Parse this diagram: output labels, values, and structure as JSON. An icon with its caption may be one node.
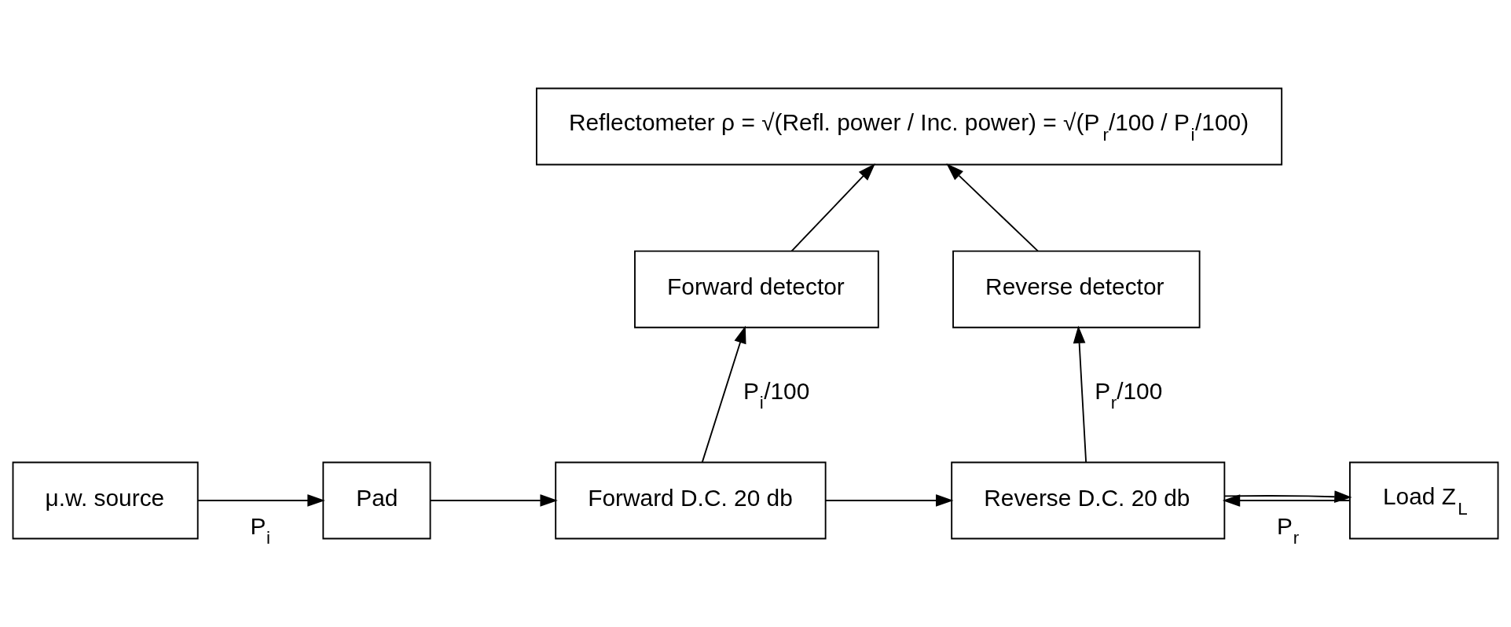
{
  "diagram": {
    "nodes": [
      {
        "text": [
          "Reflectometer ρ = √(Refl. power / Inc. power) = √(P$_{r}$/100 / P$_{i}$/100)"
        ]
      },
      {
        "text": [
          "Forward detector"
        ]
      },
      {
        "text": [
          "Reverse detector"
        ]
      },
      {
        "text": [
          "μ.w. source"
        ]
      },
      {
        "text": [
          "Pad"
        ]
      },
      {
        "text": [
          "Forward D.C. 20 db"
        ]
      },
      {
        "text": [
          "Reverse D.C. 20 db"
        ]
      },
      {
        "text": [
          "Load Z$_{L}$"
        ]
      }
    ],
    "edges": [
      {
        "from": 3,
        "to": 4,
        "arrow": "to",
        "label": "P$_{i}$"
      },
      {
        "from": 4,
        "to": 5,
        "arrow": "to"
      },
      {
        "from": 5,
        "to": 6,
        "arrow": "to"
      },
      {
        "from": 6,
        "to": 7,
        "arrow": "to"
      },
      {
        "from": 7,
        "to": 6,
        "arrow": "to",
        "label": "P$_{r}$"
      },
      {
        "from": 5,
        "to": 1,
        "arrow": "to",
        "label": "P$_{i}$/100"
      },
      {
        "from": 6,
        "to": 2,
        "arrow": "to",
        "label": "P$_{r}$/100"
      },
      {
        "from": 1,
        "to": 0,
        "arrow": "to"
      },
      {
        "from": 2,
        "to": 0,
        "arrow": "to"
      }
    ]
  }
}
